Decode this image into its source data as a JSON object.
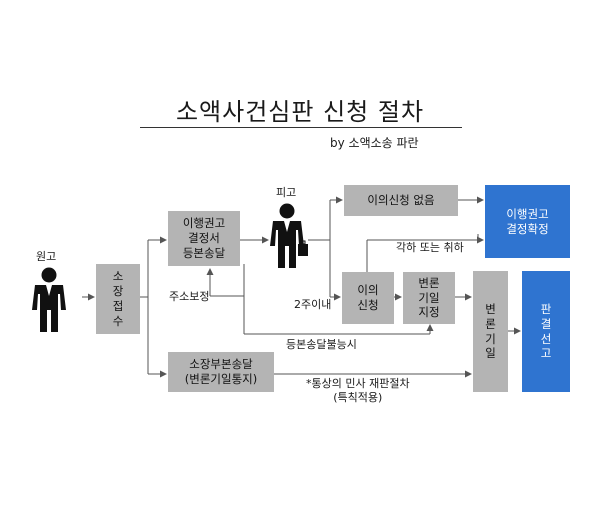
{
  "title": "소액사건심판 신청 절차",
  "subtitle": "by 소액소송 파란",
  "actors": {
    "plaintiff": "원고",
    "defendant": "피고"
  },
  "nodes": {
    "filing": "소\n장\n접\n수",
    "order_service": "이행권고\n결정서\n등본송달",
    "complaint_service": "소장부본송달\n(변론기일통지)",
    "no_objection": "이의신청 없음",
    "objection": "이의\n신청",
    "hearing_date": "변론\n기일\n지정",
    "hearing": "변\n론\n기\n일",
    "order_final": "이행권고\n결정확정",
    "judgment": "판\n결\n선\n고"
  },
  "labels": {
    "address_correction": "주소보정",
    "within_2_weeks": "2주이내",
    "dismiss_withdraw": "각하 또는 취하",
    "service_impossible": "등본송달불능시",
    "ordinary_procedure": "*통상의 민사 재판절차\n(특칙적용)"
  },
  "colors": {
    "gray_box": "#b4b4b4",
    "blue_box": "#2f74d0",
    "line": "#555555"
  }
}
